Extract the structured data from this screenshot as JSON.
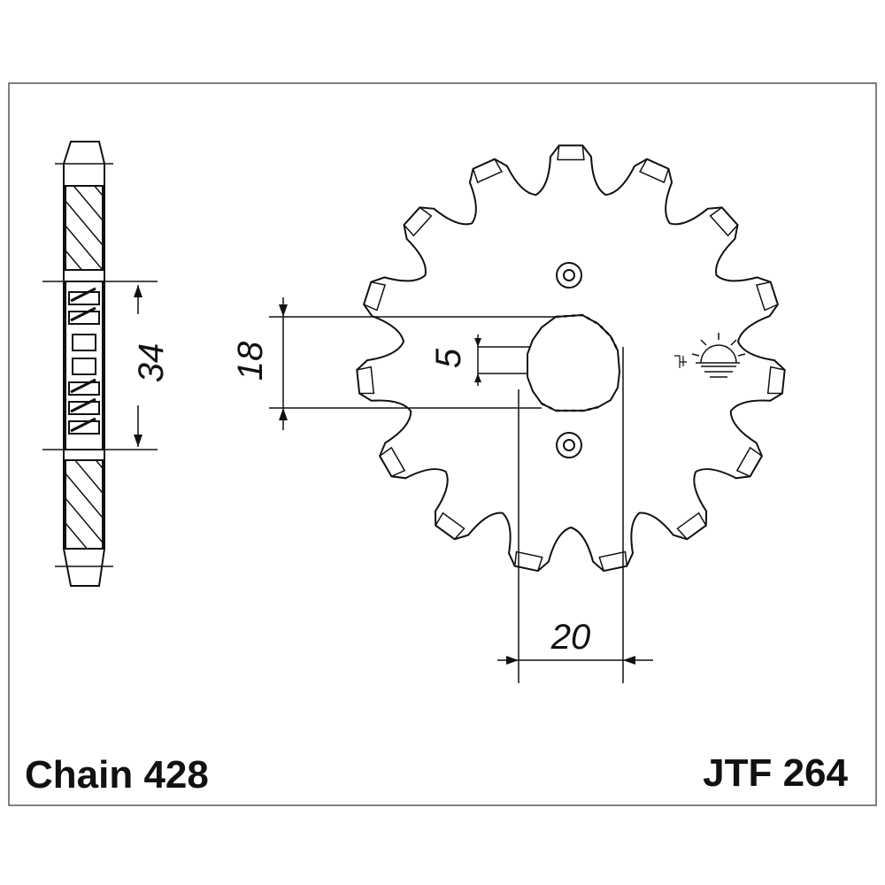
{
  "drawing": {
    "chain_label": "Chain 428",
    "part_number": "JTF 264",
    "dimensions": {
      "width_34": "34",
      "height_18": "18",
      "spline_5": "5",
      "width_20": "20"
    },
    "sprocket": {
      "teeth": 15
    },
    "colors": {
      "line": "#111111",
      "background": "#ffffff",
      "hatch": "#111111"
    },
    "icons": [
      "sun-logo-icon"
    ]
  }
}
